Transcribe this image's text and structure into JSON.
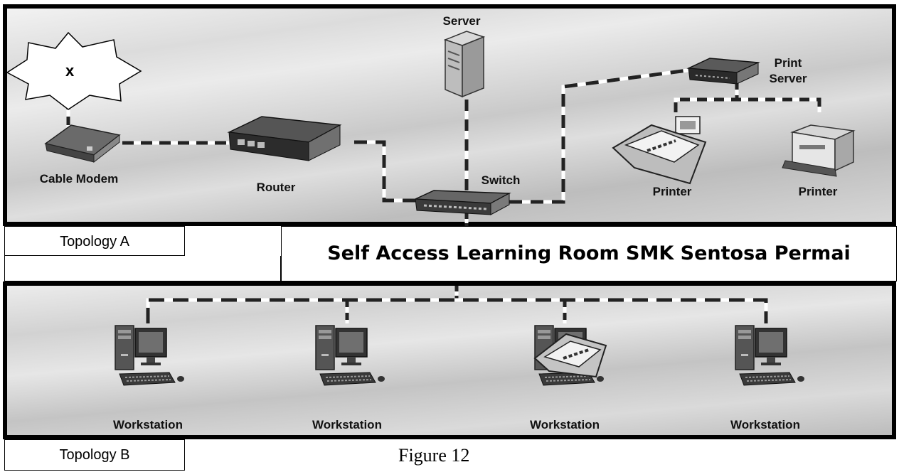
{
  "devices": {
    "server": "Server",
    "print_server": "Print\nServer",
    "cloud": "x",
    "cable_modem": "Cable Modem",
    "router": "Router",
    "switch": "Switch",
    "printer_1": "Printer",
    "printer_2": "Printer",
    "workstation_1": "Workstation",
    "workstation_2": "Workstation",
    "workstation_3": "Workstation",
    "workstation_4": "Workstation"
  },
  "labels": {
    "topology_a": "Topology A",
    "topology_b": "Topology B",
    "title": "Self Access Learning Room SMK Sentosa Permai",
    "figure": "Figure 12"
  }
}
